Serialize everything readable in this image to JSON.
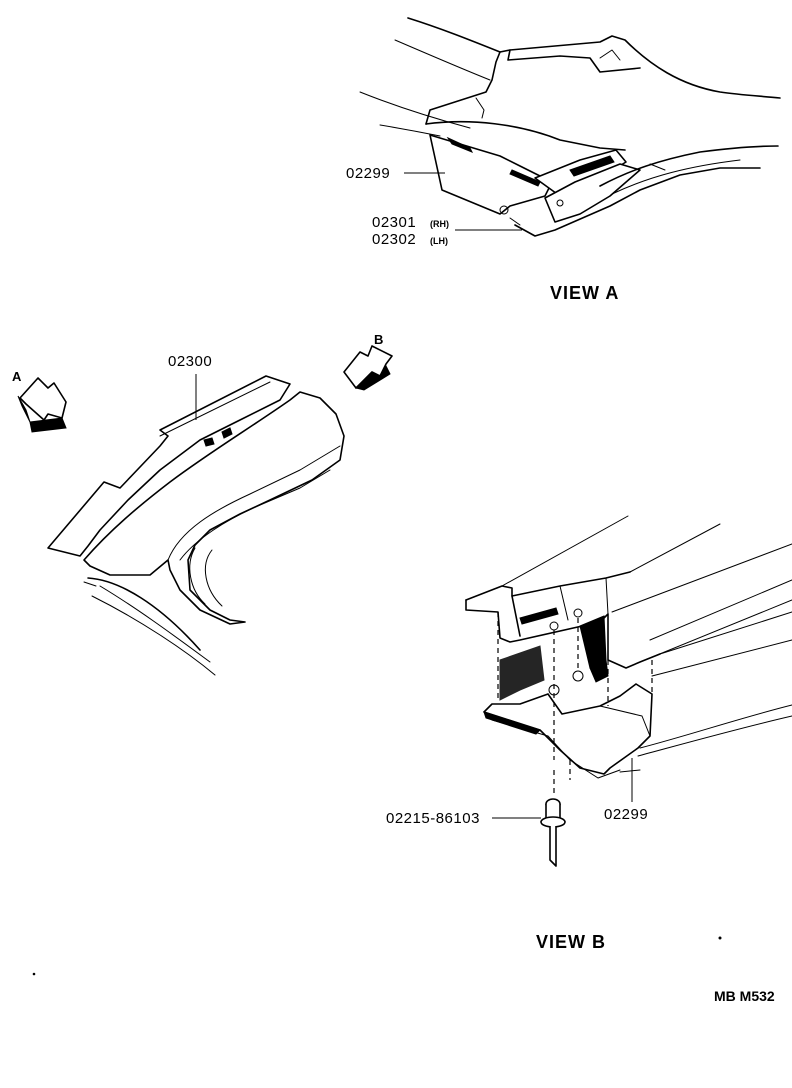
{
  "view_a": {
    "title": "VIEW  A",
    "part_bracket": "02299",
    "part_rh": "02301",
    "side_rh": "(RH)",
    "part_lh": "02302",
    "side_lh": "(LH)"
  },
  "main": {
    "part_panel": "02300",
    "arrow_a": "A",
    "arrow_b": "B"
  },
  "view_b": {
    "title": "VIEW  B",
    "part_rivet": "02215-86103",
    "part_bracket": "02299"
  },
  "footer": {
    "code": "MB M532"
  }
}
